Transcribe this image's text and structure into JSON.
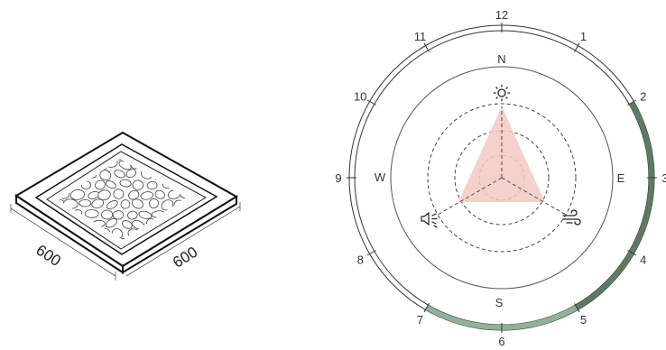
{
  "planter": {
    "dim_left": "600",
    "dim_right": "600"
  },
  "clock": {
    "hours": [
      "12",
      "1",
      "2",
      "3",
      "4",
      "5",
      "6",
      "7",
      "8",
      "9",
      "10",
      "11"
    ],
    "directions": {
      "n": "N",
      "e": "E",
      "s": "S",
      "w": "W"
    },
    "sun_arc": {
      "from_hour": 2,
      "to_hour": 5,
      "color": "#5f7a62"
    },
    "partial_arc": {
      "from_hour": 5,
      "to_hour": 7,
      "color": "#8fb29a"
    },
    "triangle_color": "#f2c9c2",
    "icons": [
      "sun-icon",
      "wind-icon",
      "noise-icon"
    ]
  }
}
